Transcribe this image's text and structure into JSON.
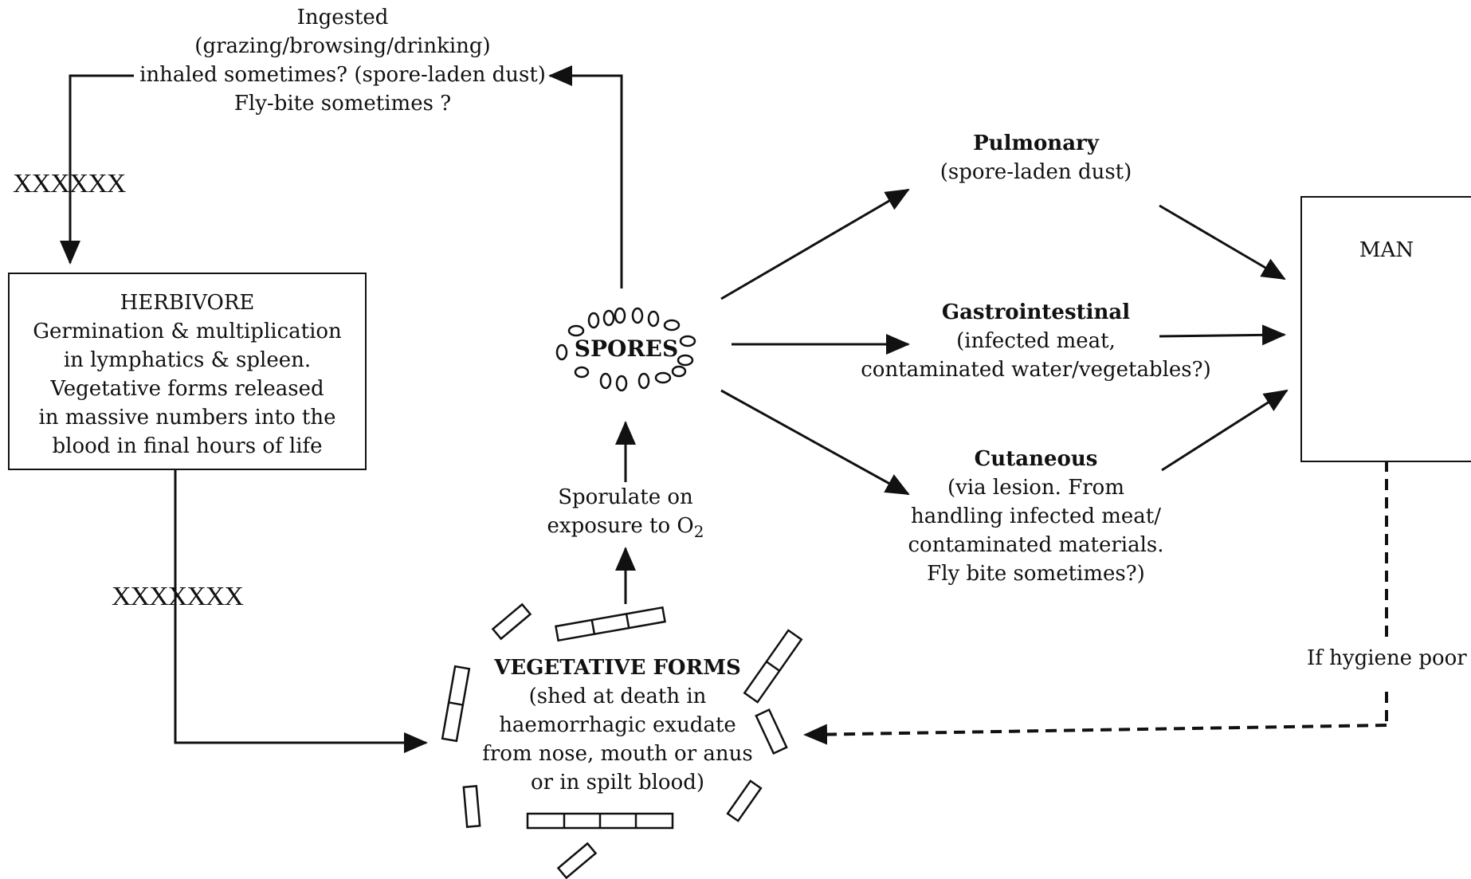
{
  "ingestion_label": {
    "line1": "Ingested",
    "line2": "(grazing/browsing/drinking)",
    "line3": "inhaled sometimes? (spore-laden dust)",
    "line4": "Fly-bite sometimes ?"
  },
  "crosses_top": "XXXXXX",
  "crosses_bottom": "XXXXXXX",
  "herbivore_box": {
    "title": "HERBIVORE",
    "line1": "Germination & multiplication",
    "line2": "in lymphatics & spleen.",
    "line3": "Vegetative forms released",
    "line4": "in massive numbers into the",
    "line5": "blood in final hours of life"
  },
  "spores_label": "SPORES",
  "sporulate_label": {
    "line1": "Sporulate on",
    "line2": "exposure to O",
    "subscript": "2"
  },
  "vegetative_forms": {
    "title": "VEGETATIVE FORMS",
    "line1": "(shed at death in",
    "line2": "haemorrhagic exudate",
    "line3": "from nose, mouth or anus",
    "line4": "or in spilt blood)"
  },
  "routes": {
    "pulmonary": {
      "title": "Pulmonary",
      "line1": "(spore-laden dust)"
    },
    "gastrointestinal": {
      "title": "Gastrointestinal",
      "line1": "(infected meat,",
      "line2": "contaminated water/vegetables?)"
    },
    "cutaneous": {
      "title": "Cutaneous",
      "line1": "(via lesion. From",
      "line2": "handling infected meat/",
      "line3": "contaminated materials.",
      "line4": "Fly bite sometimes?)"
    }
  },
  "man_box": {
    "title": "MAN"
  },
  "hygiene_label": "If hygiene poor",
  "colors": {
    "ink": "#111111",
    "background": "#ffffff"
  }
}
